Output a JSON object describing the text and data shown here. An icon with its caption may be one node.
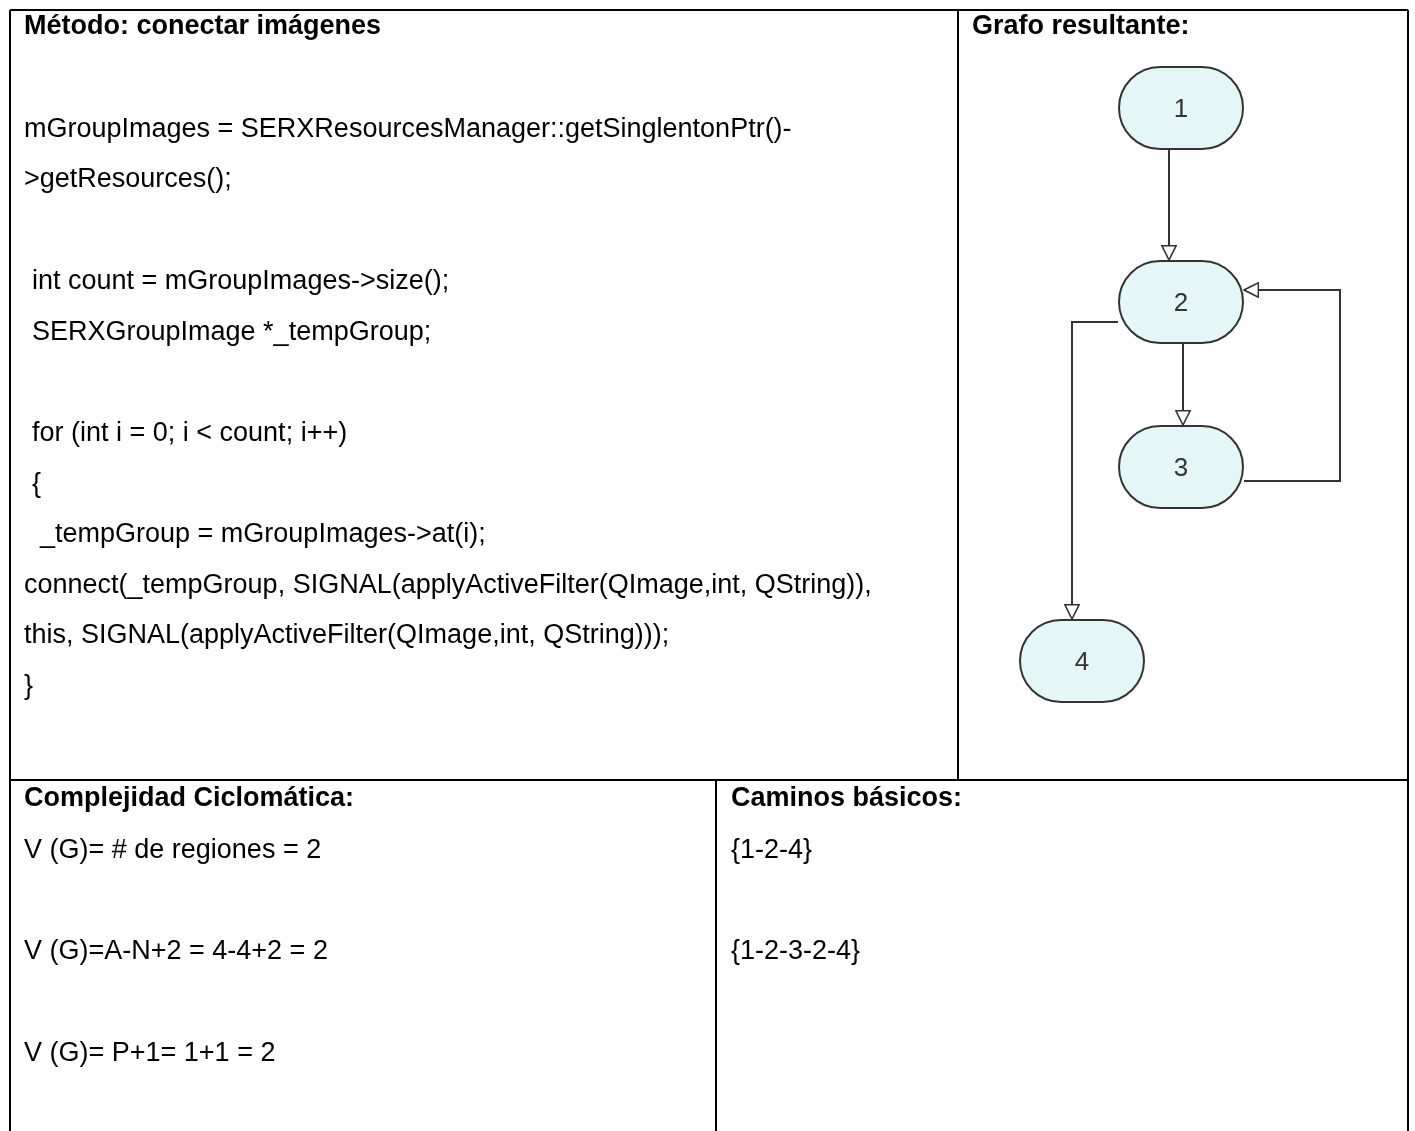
{
  "diagram": {
    "nodes": [
      {
        "text": [
          "1"
        ]
      },
      {
        "text": [
          "2"
        ]
      },
      {
        "text": [
          "3"
        ]
      },
      {
        "text": [
          "4"
        ]
      }
    ],
    "edges": [
      {
        "from": 0,
        "to": 1,
        "arrow": "to"
      },
      {
        "from": 1,
        "to": 2,
        "arrow": "to"
      },
      {
        "from": 2,
        "to": 1,
        "arrow": "to"
      },
      {
        "from": 1,
        "to": 3,
        "arrow": "to"
      }
    ],
    "labels": [
      "Método: conectar imágenes",
      "mGroupImages = SERXResourcesManager::getSinglentonPtr()->getResources();",
      "int count = mGroupImages->size();",
      "SERXGroupImage *_tempGroup;",
      "for (int i = 0; i < count; i++)",
      "{",
      "_tempGroup = mGroupImages->at(i);",
      "connect(_tempGroup, SIGNAL(applyActiveFilter(QImage,int, QString)), this, SIGNAL(applyActiveFilter(QImage,int, QString)));",
      "}",
      "Grafo resultante:",
      "Complejidad Ciclomática:",
      "V (G)= # de regiones = 2",
      "V (G)=A-N+2 = 4-4+2 = 2",
      "V (G)= P+1= 1+1 = 2",
      "Caminos básicos:",
      "{1-2-4}",
      "{1-2-3-2-4}"
    ]
  }
}
